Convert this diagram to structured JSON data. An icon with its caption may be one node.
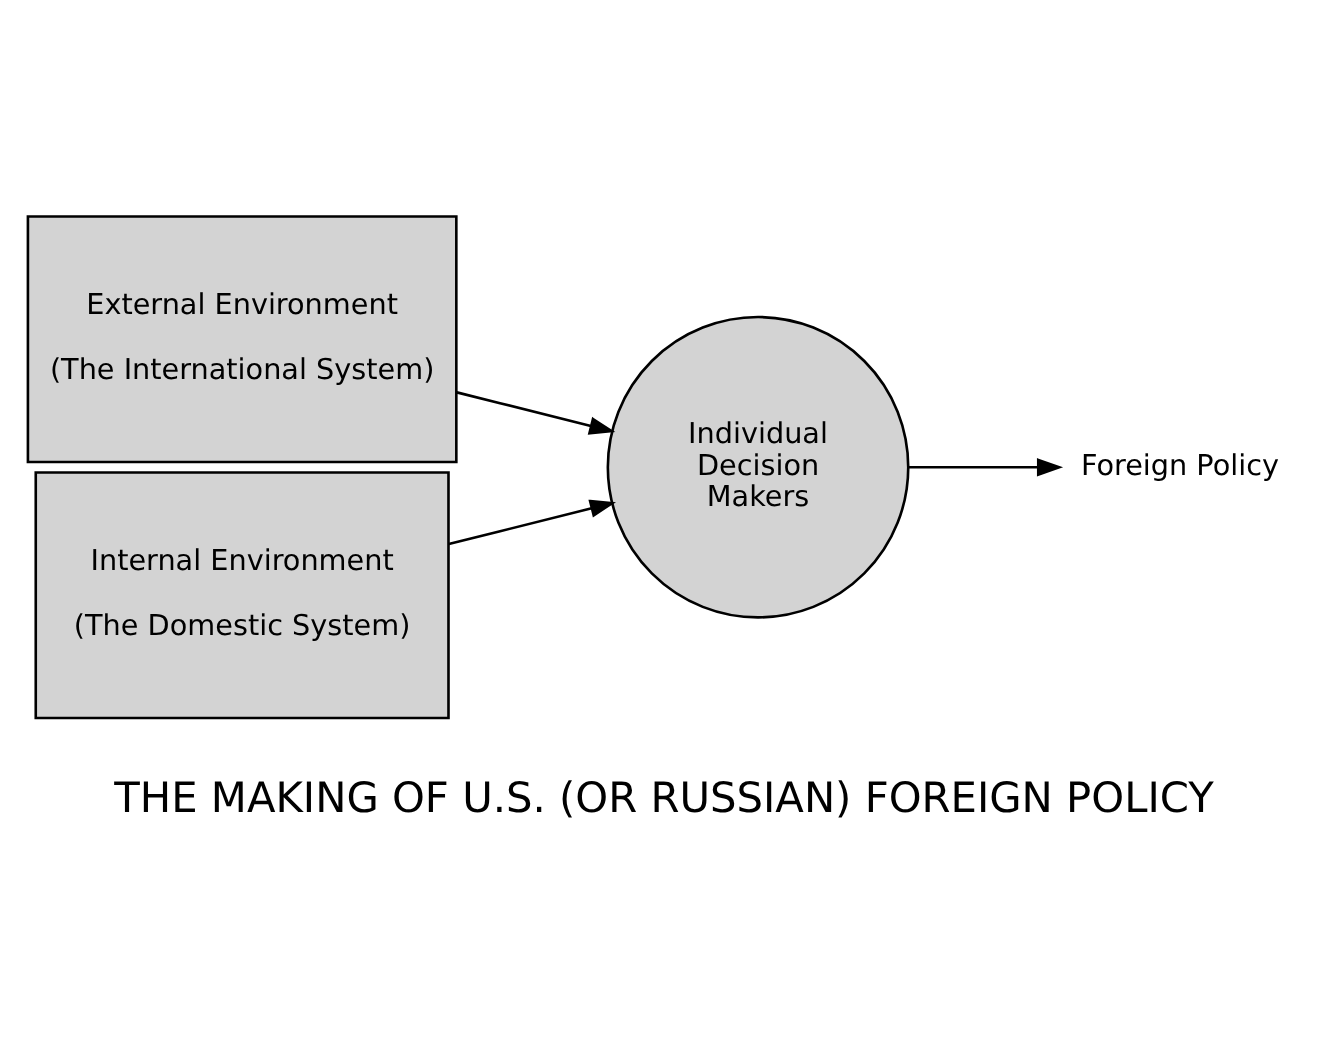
{
  "diagram": {
    "caption": "THE MAKING OF U.S. (OR RUSSIAN) FOREIGN POLICY",
    "nodes": [
      {
        "text": [
          "External Environment",
          "(The International System)"
        ]
      },
      {
        "text": [
          "Internal Environment",
          "(The Domestic System)"
        ]
      },
      {
        "text": [
          "Individual Decision Makers"
        ]
      },
      {
        "text": [
          "Foreign Policy"
        ]
      }
    ],
    "edges": [
      {
        "from": 0,
        "to": 2,
        "arrow": "to"
      },
      {
        "from": 1,
        "to": 2,
        "arrow": "to"
      },
      {
        "from": 2,
        "to": 3,
        "arrow": "to"
      }
    ]
  }
}
